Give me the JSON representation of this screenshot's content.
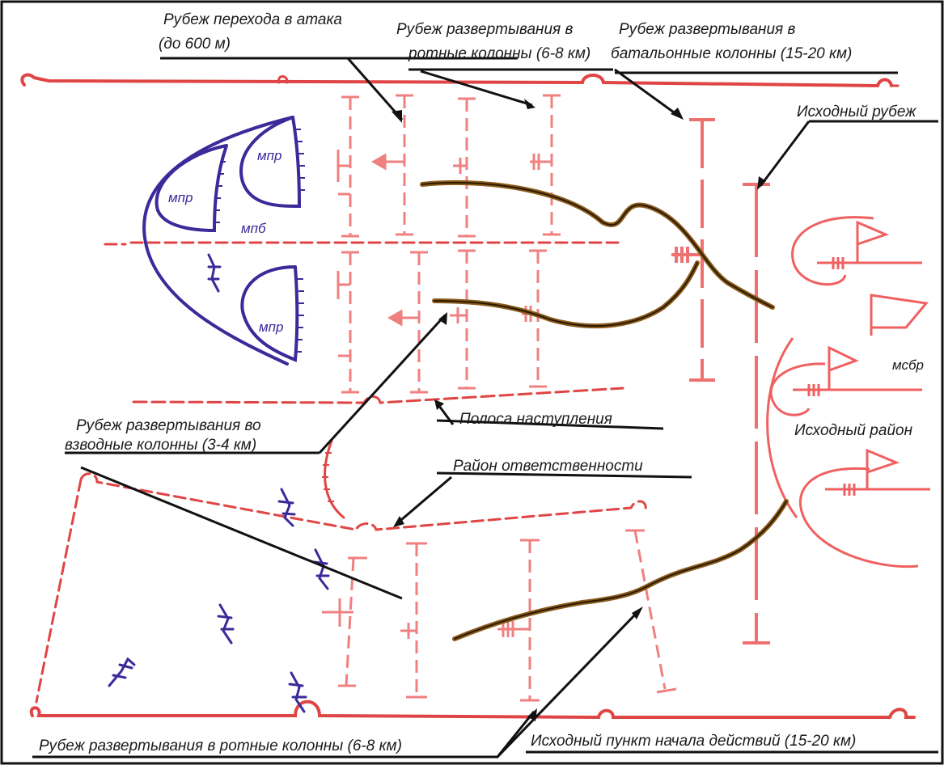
{
  "labels": {
    "attack_line": [
      "Рубеж перехода в атака",
      "(до 600 м)"
    ],
    "company_cols_top": [
      "Рубеж развертывания в",
      "ротные колонны (6-8 км)"
    ],
    "battalion_cols": [
      "Рубеж развертывания в",
      "батальонные колонны (15-20 км)"
    ],
    "initial_line": "Исходный рубеж",
    "platoon_cols": [
      "Рубеж развертывания во",
      "взводные колонны (3-4 км)"
    ],
    "attack_zone": "Полоса наступления",
    "responsibility_area": "Район ответственности",
    "initial_area": "Исходный район",
    "company_cols_bottom": "Рубеж развертывания в ротные колонны (6-8 км)",
    "start_point": "Исходный пункт начала действий (15-20 км)"
  },
  "units": {
    "company_1": "мпр",
    "company_2": "мпр",
    "company_3": "мпр",
    "battalion": "мпб",
    "brigade": "мсбр"
  },
  "colors": {
    "red_line": "#e04545",
    "red_light": "#f08080",
    "unit_blue": "#3a2a9a",
    "route": "#8a5a1a",
    "route_core": "#2a1a00",
    "arrow": "#111111",
    "frame": "#111111"
  }
}
